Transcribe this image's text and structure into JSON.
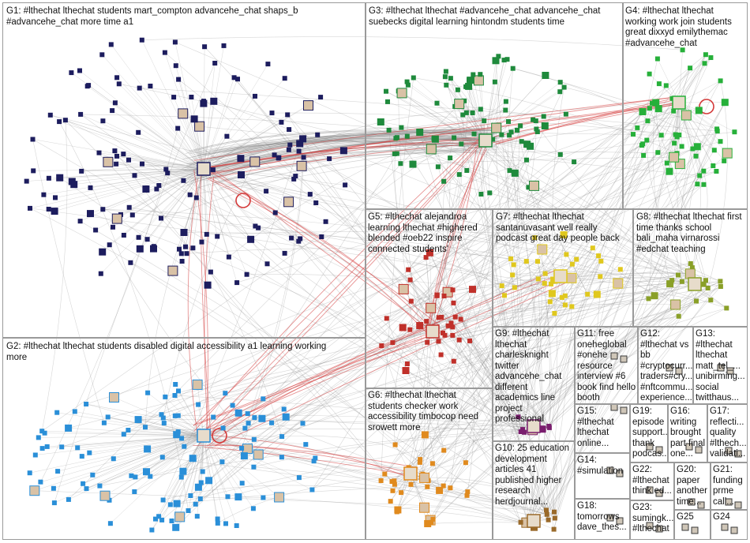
{
  "colors": {
    "edge_gray": "#8c8c8c",
    "edge_red": "#d43a3a",
    "box_border": "#9a9a9a",
    "label_text": "#111111"
  },
  "groups": [
    {
      "id": "G1",
      "label": "G1: #lthechat lthechat students mart_compton advancehe_chat shaps_b\n#advancehe_chat more time a1",
      "color": "#1d1d5e"
    },
    {
      "id": "G2",
      "label": "G2: #lthechat lthechat students disabled digital accessibility a1 learning working\nmore",
      "color": "#2a8fd8"
    },
    {
      "id": "G3",
      "label": "G3: #lthechat lthechat #advancehe_chat advancehe_chat\nsuebecks digital learning hintondm students time",
      "color": "#1f8a3c"
    },
    {
      "id": "G4",
      "label": "G4: #lthechat lthechat\nworking work join students\ngreat dixxyd emilythemac\n#advancehe_chat",
      "color": "#27b03a"
    },
    {
      "id": "G5",
      "label": "G5: #lthechat alejandroa\nlearning lthechat #highered\nblended #oeb22 inspire\nconnected students'",
      "color": "#c0302a"
    },
    {
      "id": "G6",
      "label": "G6: #lthechat lthechat\nstudents checker work\naccessibility timbocop need\nsrowett more",
      "color": "#e08a1e"
    },
    {
      "id": "G7",
      "label": "G7: #lthechat lthechat\nsantanuvasant well really\npodcast great day people back",
      "color": "#e0c81e"
    },
    {
      "id": "G8",
      "label": "G8: #lthechat lthechat first\ntime thanks school\nbali_maha virnarossi\n#edchat teaching",
      "color": "#8aa028"
    },
    {
      "id": "G9",
      "label": "G9: #lthechat\nlthechat\ncharlesknight\ntwitter\nadvancehe_chat\ndifferent\nacademics line\nproject\nprofessional",
      "color": "#7a1e6e"
    },
    {
      "id": "G10",
      "label": "G10: 25 education\ndevelopment\narticles 41\npublished higher\nresearch\nherdjournal...",
      "color": "#9a6a2a"
    },
    {
      "id": "G11",
      "label": "G11: free\noneheglobal\n#onehe\nresource\ninterview #6\nbook find hello\nbooth",
      "color": "#3a3a3a"
    },
    {
      "id": "G12",
      "label": "G12:\n#lthechat vs\nbb\n#cryptocurr...\ntraders#cry...\n#nftcommu...\nexperience...",
      "color": "#3a3a3a"
    },
    {
      "id": "G13",
      "label": "G13:\n#lthechat\nlthechat\nmatt_tel_...\nunibirming...\nsocial\ntwitthaus...",
      "color": "#3a3a3a"
    },
    {
      "id": "G14",
      "label": "G14:\n#simulation",
      "color": "#3a3a3a"
    },
    {
      "id": "G15",
      "label": "G15:\n#lthechat\nlthechat\nonline...",
      "color": "#3a3a3a"
    },
    {
      "id": "G16",
      "label": "G16:\nwriting\nbrought\npart final\none...",
      "color": "#3a3a3a"
    },
    {
      "id": "G17",
      "label": "G17:\nreflecti...\nquality\n#lthech...\nvalidati...",
      "color": "#3a3a3a"
    },
    {
      "id": "G18",
      "label": "G18:\ntomorrows\ndave_thes...",
      "color": "#3a3a3a"
    },
    {
      "id": "G19",
      "label": "G19:\nepisode\nsupport...\nthank\npodcas...",
      "color": "#3a3a3a"
    },
    {
      "id": "G20",
      "label": "G20:\npaper\nanother\ntime...",
      "color": "#3a3a3a"
    },
    {
      "id": "G21",
      "label": "G21:\nfunding\nprme\ncall...",
      "color": "#3a3a3a"
    },
    {
      "id": "G22",
      "label": "G22:\n#lthechat\nthink ed...",
      "color": "#3a3a3a"
    },
    {
      "id": "G23",
      "label": "G23:\nsumingk...\n#lthechat",
      "color": "#3a3a3a"
    },
    {
      "id": "G24",
      "label": "G24",
      "color": "#3a3a3a"
    },
    {
      "id": "G25",
      "label": "G25",
      "color": "#3a3a3a"
    }
  ]
}
